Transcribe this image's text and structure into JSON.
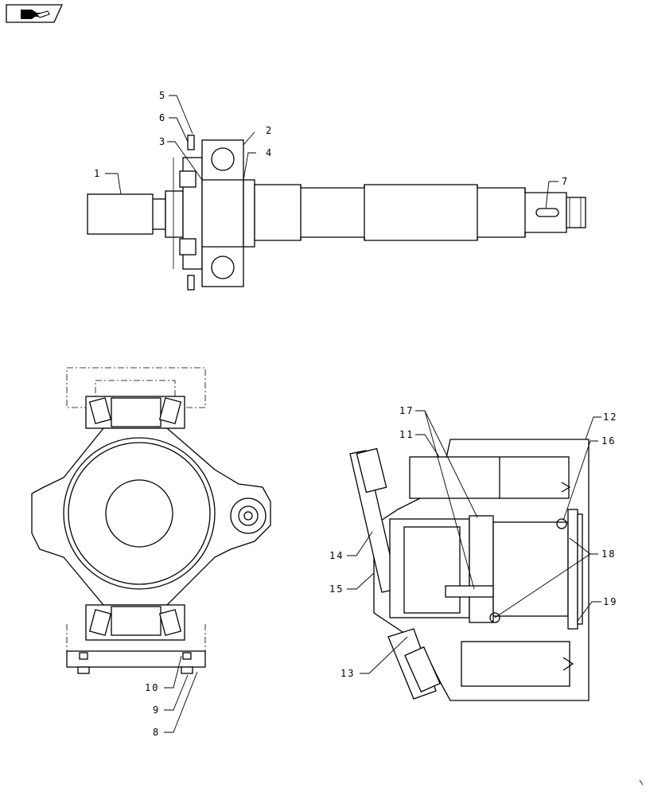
{
  "colors": {
    "ink": "#000000",
    "paper": "#ffffff"
  },
  "icons": {
    "corner_badge": "book-hand-icon"
  },
  "callouts": [
    {
      "id": "1",
      "label": "1"
    },
    {
      "id": "2",
      "label": "2"
    },
    {
      "id": "3",
      "label": "3"
    },
    {
      "id": "4",
      "label": "4"
    },
    {
      "id": "5",
      "label": "5"
    },
    {
      "id": "6",
      "label": "6"
    },
    {
      "id": "7",
      "label": "7"
    },
    {
      "id": "8",
      "label": "8"
    },
    {
      "id": "9",
      "label": "9"
    },
    {
      "id": "10",
      "label": "10"
    },
    {
      "id": "11",
      "label": "11"
    },
    {
      "id": "12",
      "label": "12"
    },
    {
      "id": "13",
      "label": "13"
    },
    {
      "id": "14",
      "label": "14"
    },
    {
      "id": "15",
      "label": "15"
    },
    {
      "id": "16",
      "label": "16"
    },
    {
      "id": "17",
      "label": "17"
    },
    {
      "id": "18",
      "label": "18"
    },
    {
      "id": "19",
      "label": "19"
    }
  ]
}
